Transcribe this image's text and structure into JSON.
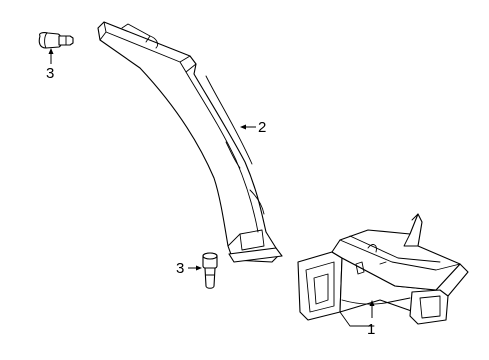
{
  "callouts": {
    "part1": "1",
    "part2": "2",
    "part3_top": "3",
    "part3_bottom": "3"
  },
  "colors": {
    "line": "#000000",
    "background": "#ffffff"
  }
}
